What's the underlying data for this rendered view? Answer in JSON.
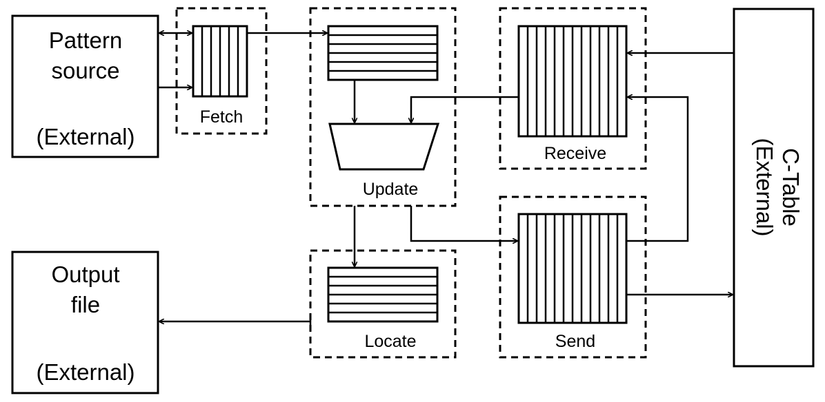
{
  "pattern_source": {
    "lines": [
      "Pattern",
      "source",
      "(External)"
    ]
  },
  "output_file": {
    "lines": [
      "Output",
      "file",
      "(External)"
    ]
  },
  "ctable": {
    "lines": [
      "C-Table",
      "(External)"
    ]
  },
  "stages": {
    "fetch": "Fetch",
    "update": "Update",
    "receive": "Receive",
    "send": "Send",
    "locate": "Locate"
  }
}
